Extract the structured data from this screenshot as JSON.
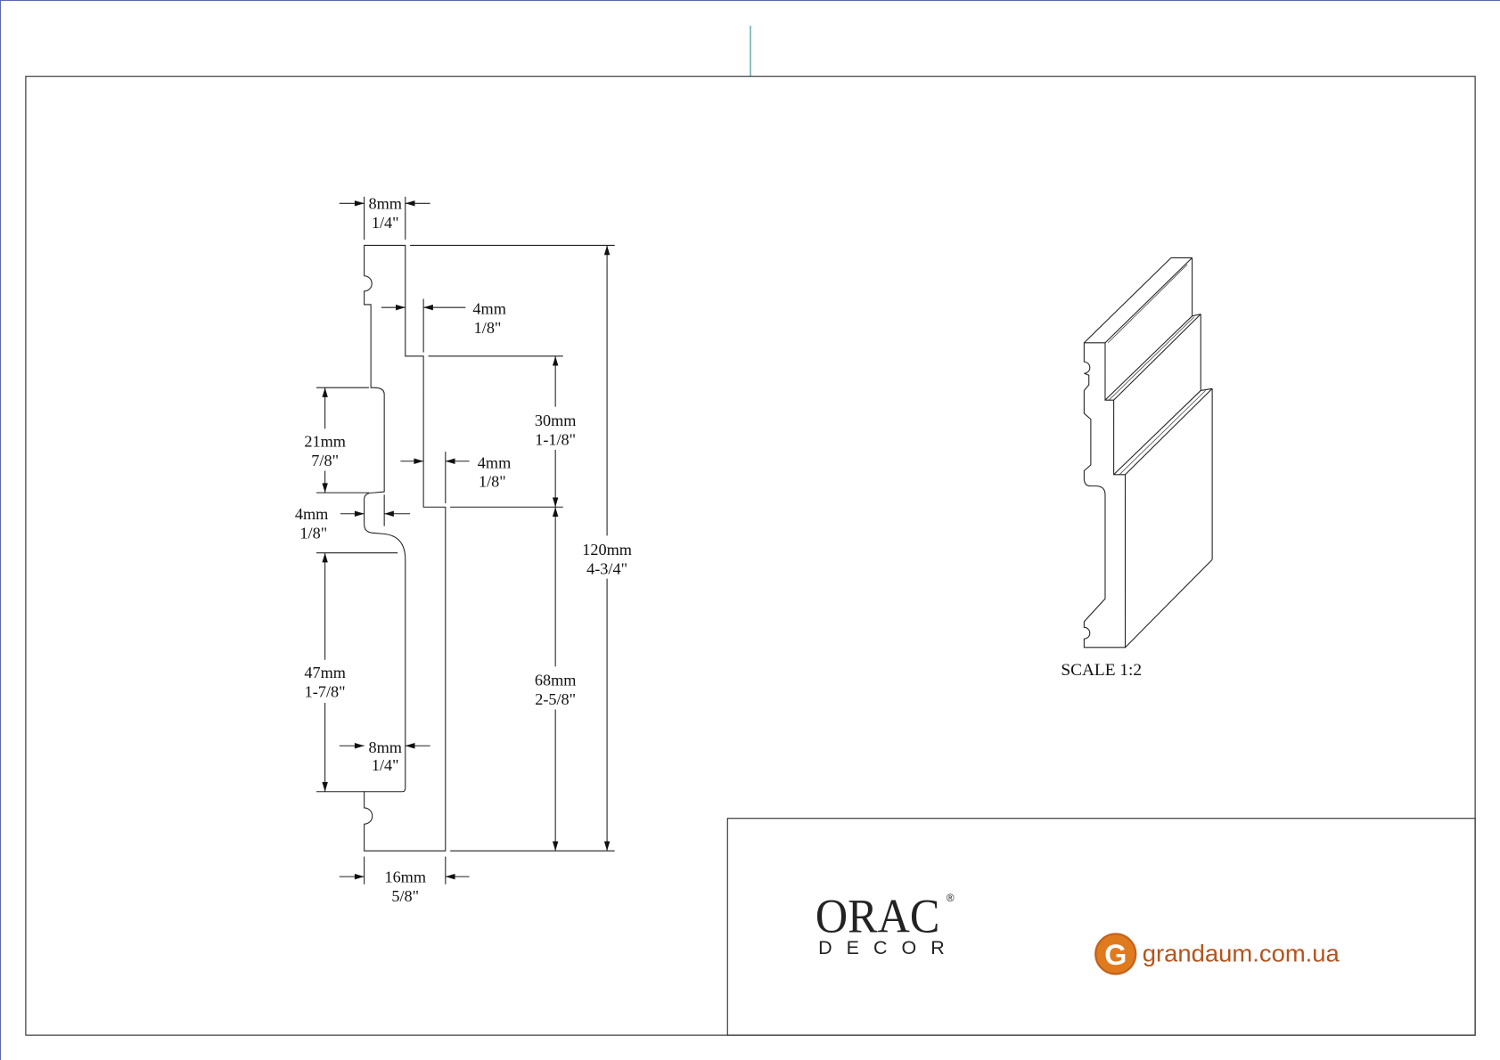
{
  "dimensions": {
    "top_width": {
      "mm": "8mm",
      "in": "1/4\""
    },
    "top_step": {
      "mm": "4mm",
      "in": "1/8\""
    },
    "mid_step": {
      "mm": "4mm",
      "in": "1/8\""
    },
    "upper_height": {
      "mm": "30mm",
      "in": "1-1/8\""
    },
    "lower_height": {
      "mm": "68mm",
      "in": "2-5/8\""
    },
    "total_height": {
      "mm": "120mm",
      "in": "4-3/4\""
    },
    "back_recess": {
      "mm": "21mm",
      "in": "7/8\""
    },
    "back_rib": {
      "mm": "4mm",
      "in": "1/8\""
    },
    "back_lower_recess": {
      "mm": "47mm",
      "in": "1-7/8\""
    },
    "base_thickness": {
      "mm": "8mm",
      "in": "1/4\""
    },
    "total_depth": {
      "mm": "16mm",
      "in": "5/8\""
    }
  },
  "scale_label": "SCALE  1:2",
  "title_block": {
    "brand_main": "ORAC",
    "brand_sub": "DECOR",
    "registered": "®",
    "dealer_letter": "G",
    "dealer_url": "grandaum.com.ua"
  },
  "colors": {
    "line": "#222222",
    "dealer_orange": "#e07a1f",
    "dealer_text": "#b4541c",
    "frame_teal": "#2a8a8a"
  }
}
